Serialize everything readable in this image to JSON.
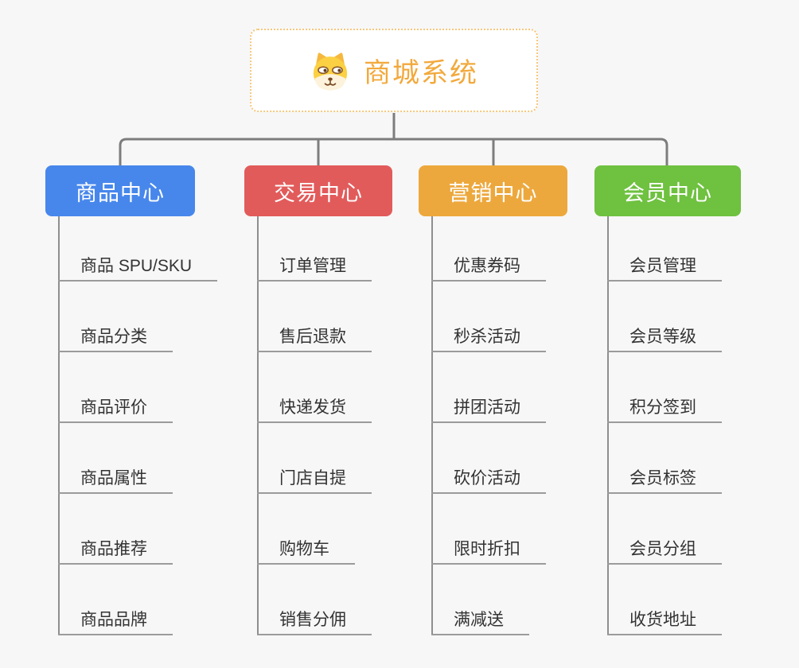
{
  "root": {
    "label": "商城系统",
    "icon": "doge-face-icon",
    "text_color": "#f2a93c",
    "border_color": "#f6c77c"
  },
  "colors": {
    "background": "#f7f7f7",
    "connector": "#7d7d7d",
    "leaf_text": "#333333",
    "leaf_underline": "#9b9b9b"
  },
  "branches": [
    {
      "label": "商品中心",
      "color": "#4787ec",
      "items": [
        "商品 SPU/SKU",
        "商品分类",
        "商品评价",
        "商品属性",
        "商品推荐",
        "商品品牌"
      ]
    },
    {
      "label": "交易中心",
      "color": "#e25b5b",
      "items": [
        "订单管理",
        "售后退款",
        "快递发货",
        "门店自提",
        "购物车",
        "销售分佣"
      ]
    },
    {
      "label": "营销中心",
      "color": "#eda83d",
      "items": [
        "优惠券码",
        "秒杀活动",
        "拼团活动",
        "砍价活动",
        "限时折扣",
        "满减送"
      ]
    },
    {
      "label": "会员中心",
      "color": "#6fc140",
      "items": [
        "会员管理",
        "会员等级",
        "积分签到",
        "会员标签",
        "会员分组",
        "收货地址"
      ]
    }
  ]
}
